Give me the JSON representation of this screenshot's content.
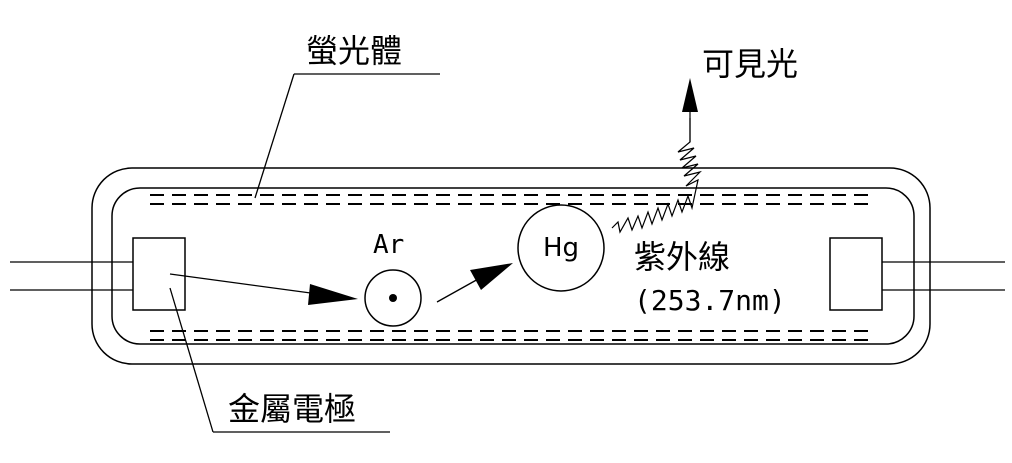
{
  "labels": {
    "phosphor": "螢光體",
    "visible_light": "可見光",
    "argon": "Ar",
    "mercury": "Hg",
    "ultraviolet": "紫外線",
    "wavelength": "(253.7nm)",
    "electrode": "金屬電極"
  },
  "colors": {
    "line": "#000000",
    "background": "#ffffff"
  }
}
